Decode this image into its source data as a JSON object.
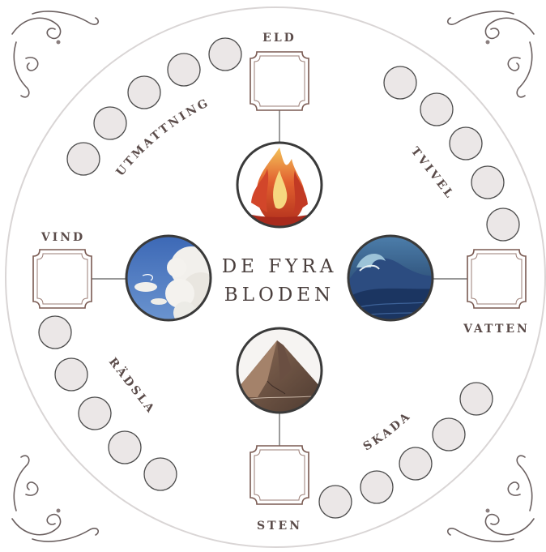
{
  "board": {
    "title_line1": "DE FYRA",
    "title_line2": "BLODEN"
  },
  "elements": {
    "eld": "ELD",
    "vind": "VIND",
    "vatten": "VATTEN",
    "sten": "STEN"
  },
  "tracks": {
    "utmattning": {
      "label": "UTMATTNING",
      "slots": 5
    },
    "tvivel": {
      "label": "TVIVEL",
      "slots": 5
    },
    "radsla": {
      "label": "RÄDSLA",
      "slots": 5
    },
    "skada": {
      "label": "SKADA",
      "slots": 5
    }
  },
  "colors": {
    "ring": "#d9d5d5",
    "slot_fill": "#ebe7e7",
    "text": "#5b4c4a",
    "box_stroke": "#7a5a52"
  }
}
